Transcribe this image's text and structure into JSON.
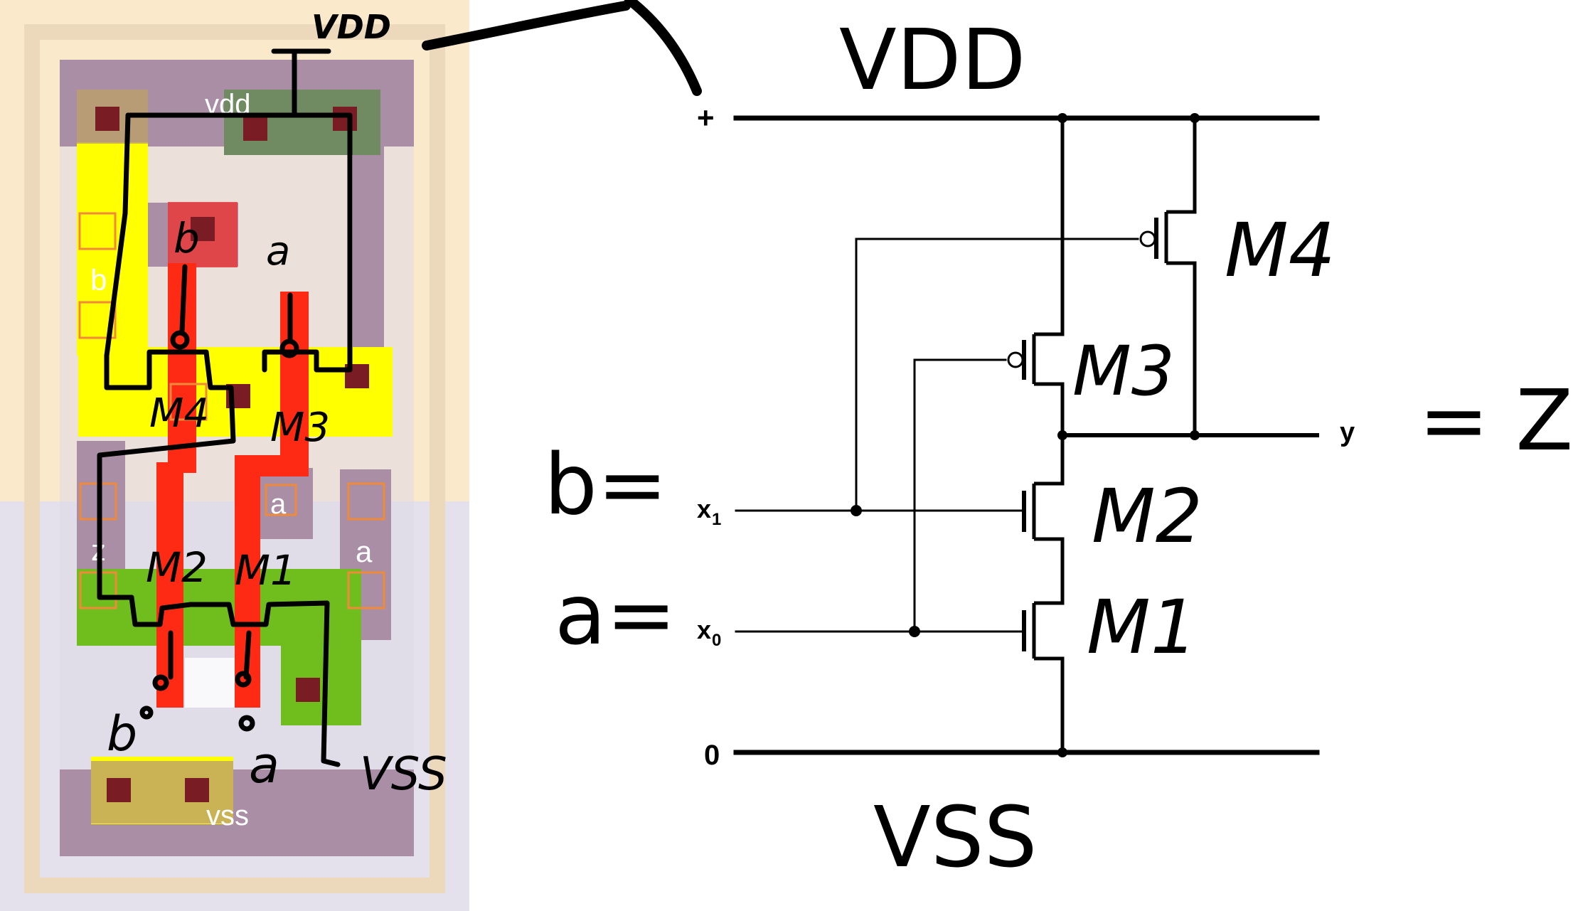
{
  "layout_panel": {
    "pin_labels": {
      "vdd": "vdd",
      "vss": "vss",
      "a_contact": "a",
      "a_side": "a",
      "b_side": "b",
      "z_side": "z"
    },
    "hand_labels": {
      "vdd": "VDD",
      "vss": "VSS",
      "b_gate_top": "b",
      "a_gate_top": "a",
      "m4": "M4",
      "m3": "M3",
      "m2": "M2",
      "m1": "M1",
      "b_gate_bottom": "b",
      "a_gate_bottom": "a"
    },
    "colors": {
      "nwell": "#fbe9cc",
      "pwell": "#e4e1ec",
      "metal": "#a98ea6",
      "pdiff": "#ffff00",
      "ndiff": "#6fbe1e",
      "poly": "#ff2a14",
      "contact": "#7a1c24"
    }
  },
  "schematic": {
    "rail_top_label": "VDD",
    "rail_bottom_label": "VSS",
    "top_terminal": "+",
    "bottom_terminal": "0",
    "output_terminal": "y",
    "input_1": {
      "name": "x",
      "sub": "1",
      "assign": "b="
    },
    "input_0": {
      "name": "x",
      "sub": "0",
      "assign": "a="
    },
    "output_equals": "= Z",
    "transistors": [
      "M4",
      "M3",
      "M2",
      "M1"
    ]
  }
}
